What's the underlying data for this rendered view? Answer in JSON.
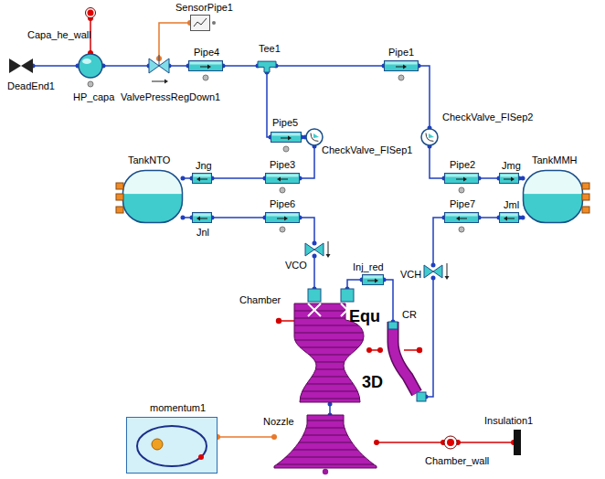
{
  "diagram": {
    "nodes": [
      {
        "text": [
          "Capa_he_wall"
        ]
      },
      {
        "text": [
          "SensorPipe1"
        ]
      },
      {
        "text": [
          "DeadEnd1"
        ]
      },
      {
        "text": [
          "HP_capa"
        ]
      },
      {
        "text": [
          "ValvePressRegDown1"
        ]
      },
      {
        "text": [
          "Pipe4"
        ]
      },
      {
        "text": [
          "Tee1"
        ]
      },
      {
        "text": [
          "Pipe1"
        ]
      },
      {
        "text": [
          "Pipe5"
        ]
      },
      {
        "text": [
          "CheckValve_FISep2"
        ]
      },
      {
        "text": [
          "CheckValve_FISep1"
        ]
      },
      {
        "text": [
          "TankNTO"
        ]
      },
      {
        "text": [
          "Jng"
        ]
      },
      {
        "text": [
          "Pipe3"
        ]
      },
      {
        "text": [
          "Pipe2"
        ]
      },
      {
        "text": [
          "Jmg"
        ]
      },
      {
        "text": [
          "TankMMH"
        ]
      },
      {
        "text": [
          "Jnl"
        ]
      },
      {
        "text": [
          "Pipe6"
        ]
      },
      {
        "text": [
          "Pipe7"
        ]
      },
      {
        "text": [
          "Jml"
        ]
      },
      {
        "text": [
          "VCO"
        ]
      },
      {
        "text": [
          "Inj_red"
        ]
      },
      {
        "text": [
          "VCH"
        ]
      },
      {
        "text": [
          "Chamber",
          "Equ"
        ]
      },
      {
        "text": [
          "CR",
          "3D"
        ]
      },
      {
        "text": [
          "momentum1"
        ]
      },
      {
        "text": [
          "Nozzle"
        ]
      },
      {
        "text": [
          "Chamber_wall"
        ]
      },
      {
        "text": [
          "Insulation1"
        ]
      }
    ],
    "edges": [
      {
        "from": 2,
        "to": 3,
        "arrow": "none"
      },
      {
        "from": 0,
        "to": 3,
        "arrow": "none"
      },
      {
        "from": 3,
        "to": 4,
        "arrow": "none"
      },
      {
        "from": 1,
        "to": 4,
        "arrow": "none"
      },
      {
        "from": 4,
        "to": 5,
        "arrow": "none"
      },
      {
        "from": 5,
        "to": 6,
        "arrow": "none"
      },
      {
        "from": 6,
        "to": 7,
        "arrow": "none"
      },
      {
        "from": 6,
        "to": 8,
        "arrow": "none"
      },
      {
        "from": 8,
        "to": 10,
        "arrow": "none"
      },
      {
        "from": 7,
        "to": 9,
        "arrow": "none"
      },
      {
        "from": 10,
        "to": 13,
        "arrow": "none"
      },
      {
        "from": 13,
        "to": 12,
        "arrow": "none"
      },
      {
        "from": 12,
        "to": 11,
        "arrow": "none"
      },
      {
        "from": 9,
        "to": 14,
        "arrow": "none"
      },
      {
        "from": 14,
        "to": 15,
        "arrow": "none"
      },
      {
        "from": 15,
        "to": 16,
        "arrow": "none"
      },
      {
        "from": 11,
        "to": 17,
        "arrow": "none"
      },
      {
        "from": 17,
        "to": 18,
        "arrow": "none"
      },
      {
        "from": 18,
        "to": 21,
        "arrow": "none"
      },
      {
        "from": 21,
        "to": 24,
        "arrow": "none"
      },
      {
        "from": 16,
        "to": 20,
        "arrow": "none"
      },
      {
        "from": 20,
        "to": 19,
        "arrow": "none"
      },
      {
        "from": 19,
        "to": 23,
        "arrow": "none"
      },
      {
        "from": 23,
        "to": 25,
        "arrow": "none"
      },
      {
        "from": 24,
        "to": 22,
        "arrow": "none"
      },
      {
        "from": 22,
        "to": 25,
        "arrow": "none"
      },
      {
        "from": 24,
        "to": 25,
        "arrow": "none"
      },
      {
        "from": 24,
        "to": 27,
        "arrow": "none"
      },
      {
        "from": 26,
        "to": 27,
        "arrow": "none"
      },
      {
        "from": 27,
        "to": 28,
        "arrow": "none"
      },
      {
        "from": 28,
        "to": 29,
        "arrow": "none"
      }
    ]
  }
}
